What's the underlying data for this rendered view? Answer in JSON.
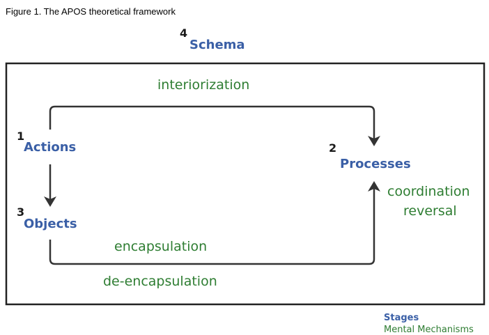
{
  "caption": "Figure 1. The APOS theoretical framework",
  "stages": {
    "schema": {
      "number": "4",
      "label": "Schema"
    },
    "actions": {
      "number": "1",
      "label": "Actions"
    },
    "processes": {
      "number": "2",
      "label": "Processes"
    },
    "objects": {
      "number": "3",
      "label": "Objects"
    }
  },
  "mechanisms": {
    "interiorization": "interiorization",
    "coordination": "coordination",
    "reversal": "reversal",
    "encapsulation": "encapsulation",
    "de_encapsulation": "de-encapsulation"
  },
  "legend": {
    "stages": "Stages",
    "mental_mechanisms": "Mental Mechanisms"
  },
  "colors": {
    "stage": "#3a5fa6",
    "mechanism": "#2e7d32",
    "arrow": "#333333"
  }
}
